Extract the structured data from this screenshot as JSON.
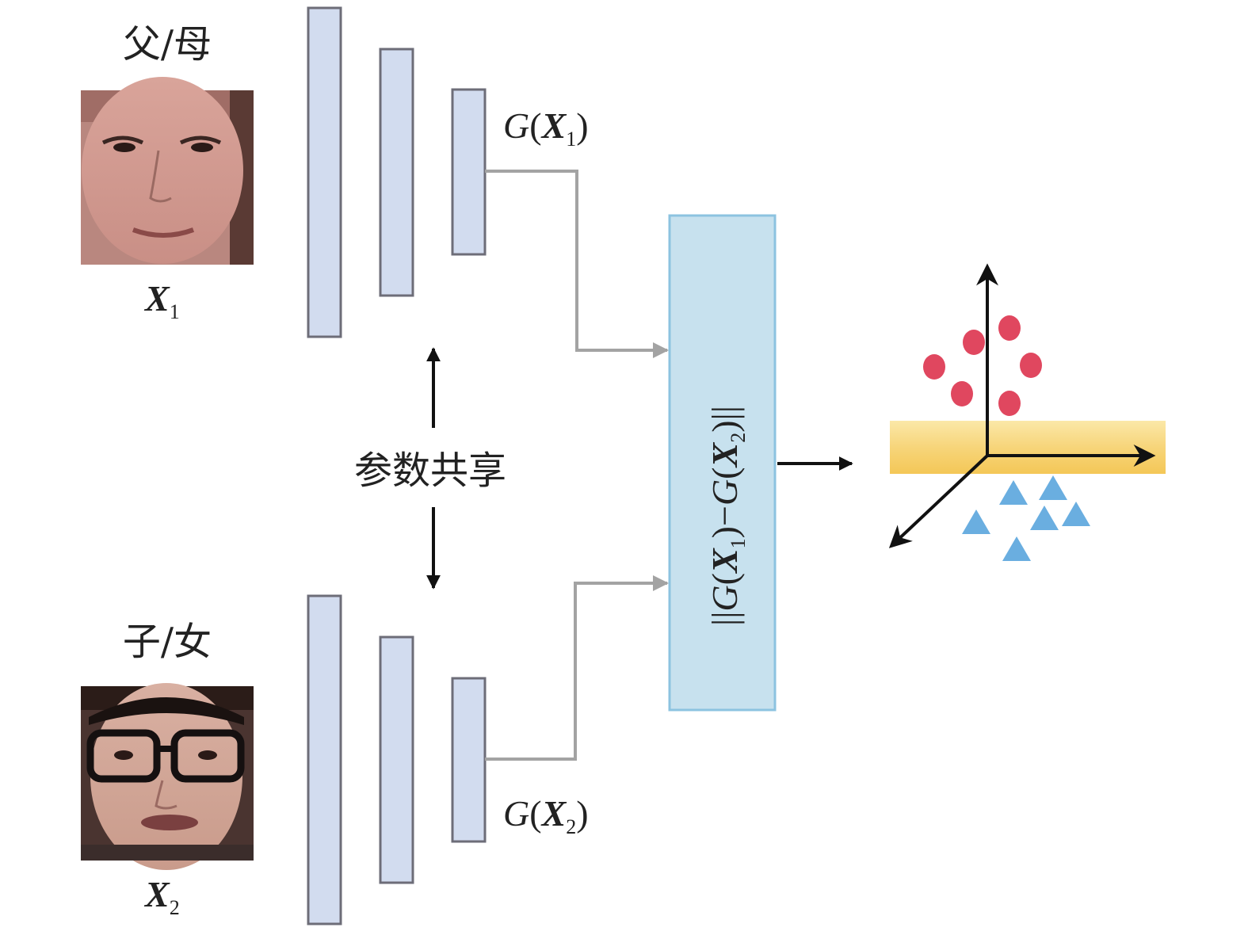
{
  "parent": {
    "label": "父/母",
    "var_name": "X",
    "var_sub": "1",
    "face": "adult-face"
  },
  "child": {
    "label": "子/女",
    "var_name": "X",
    "var_sub": "2",
    "face": "young-face-with-glasses"
  },
  "feature_top": {
    "func": "G",
    "var_name": "X",
    "var_sub": "1"
  },
  "feature_bottom": {
    "func": "G",
    "var_name": "X",
    "var_sub": "2"
  },
  "shared_label": "参数共享",
  "distance_box": {
    "text_bars_left": "||",
    "func1": "G",
    "var1": "X",
    "sub1": "1",
    "minus": "−",
    "func2": "G",
    "var2": "X",
    "sub2": "2",
    "text_bars_right": "||"
  },
  "colors": {
    "layer_fill": "#d2dcef",
    "layer_stroke": "#6d6d78",
    "connector": "#a3a3a3",
    "distance_fill": "#c7e1ee",
    "distance_stroke": "#8cc3e0",
    "plane": "#f5cf6a",
    "circle": "#e0475f",
    "triangle": "#6aaee0",
    "axis": "#111111"
  },
  "scatter_icons": {
    "upper_class": "circle-markers",
    "lower_class": "triangle-markers"
  }
}
